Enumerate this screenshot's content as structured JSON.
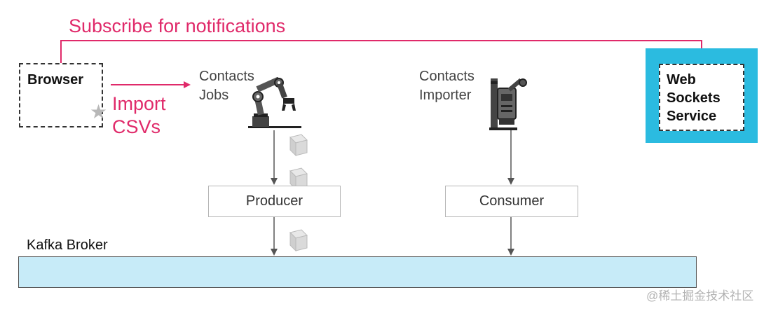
{
  "subscribe_label": "Subscribe for notifications",
  "browser": {
    "label": "Browser"
  },
  "import_label": {
    "line1": "Import",
    "line2": "CSVs"
  },
  "contacts_jobs": {
    "line1": "Contacts",
    "line2": "Jobs"
  },
  "contacts_importer": {
    "line1": "Contacts",
    "line2": "Importer"
  },
  "web_sockets": {
    "line1": "Web",
    "line2": "Sockets",
    "line3": "Service"
  },
  "producer": {
    "label": "Producer"
  },
  "consumer": {
    "label": "Consumer"
  },
  "kafka": {
    "label": "Kafka Broker"
  },
  "watermark": "@稀土掘金技术社区",
  "icons": {
    "star": "star-icon",
    "robot_arm": "robot-arm-icon",
    "scanner_robot": "scanner-robot-icon",
    "cube": "cube-icon"
  },
  "colors": {
    "accent_pink": "#e02a6a",
    "ws_highlight": "#2bbbe0",
    "kafka_fill": "#c7ebf8"
  }
}
